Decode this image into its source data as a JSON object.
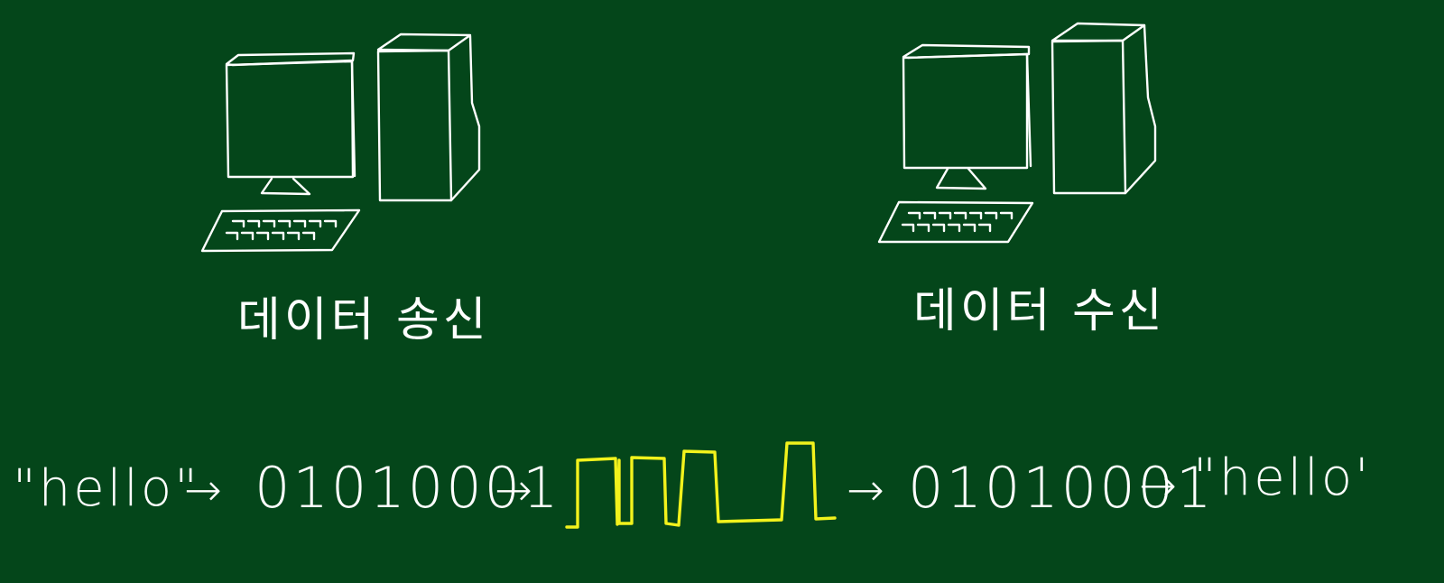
{
  "colors": {
    "board": "#04461a",
    "chalk": "#ffffff",
    "signal": "#f2f21c"
  },
  "sender": {
    "label": "데이터 송신",
    "icon": "desktop-computer-icon"
  },
  "receiver": {
    "label": "데이터 수신",
    "icon": "desktop-computer-icon"
  },
  "flow": {
    "input_text": "\"hello\"",
    "arrow_1": "→",
    "bits_sent": "01010001",
    "arrow_2": "→",
    "signal_icon": "square-wave-signal",
    "arrow_3": "→",
    "bits_received": "01010001",
    "arrow_4": "→",
    "output_text": "\"hello'"
  }
}
